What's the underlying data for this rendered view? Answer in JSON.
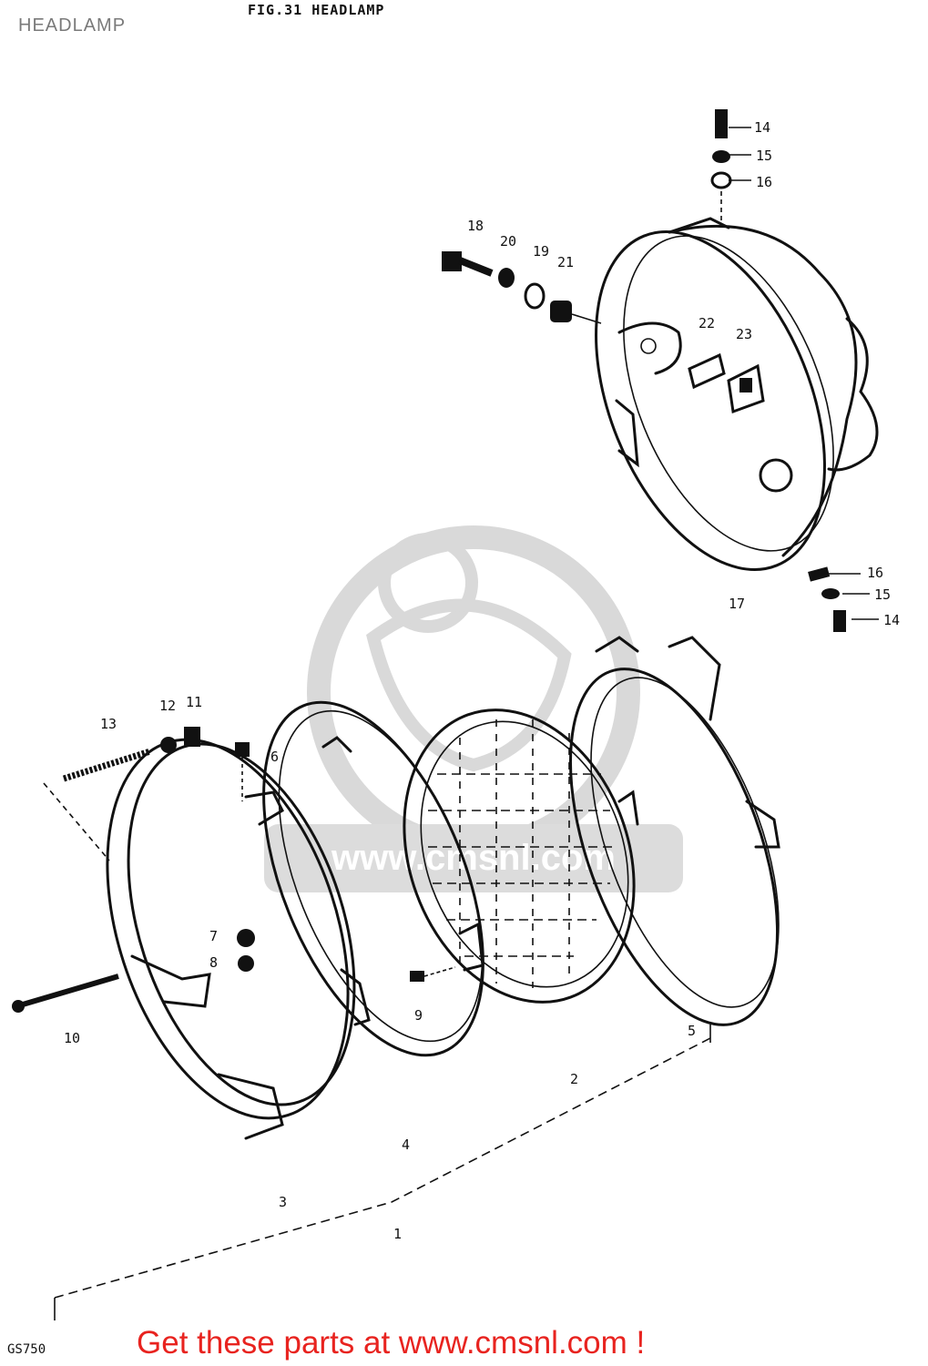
{
  "header": {
    "page_heading": "HEADLAMP",
    "figure_title": "FIG.31  HEADLAMP"
  },
  "diagram": {
    "callouts": [
      "1",
      "2",
      "3",
      "4",
      "5",
      "6",
      "7",
      "8",
      "9",
      "10",
      "11",
      "12",
      "13",
      "14",
      "15",
      "16",
      "15",
      "14",
      "16",
      "17",
      "18",
      "20",
      "19",
      "21",
      "22",
      "23"
    ],
    "watermark": "www.cmsnl.com"
  },
  "footer": {
    "model_code": "GS750",
    "link_text": "Get these parts at www.cmsnl.com !"
  },
  "colors": {
    "heading": "#7a7a7a",
    "link": "#e8231f",
    "ink": "#111111",
    "watermark": "#d9d9d9"
  }
}
